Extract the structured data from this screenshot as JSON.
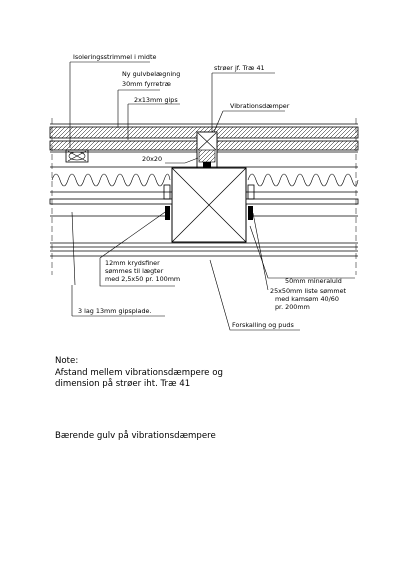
{
  "drawing": {
    "labels": {
      "isolation_strip": "Isoleringsstrimmel i midte",
      "new_flooring_1": "Ny gulvbelægning",
      "new_flooring_2": "30mm fyrretræ",
      "gypsum_top": "2x13mm gips",
      "joist_ref": "strøer jf. Træ 41",
      "damper": "Vibrationsdæmper",
      "spacer": "20x20",
      "plywood_1": "12mm krydsfiner",
      "plywood_2": "sømmes til lægter",
      "plywood_3": "med 2,5x50 pr. 100mm",
      "mineral_wool": "50mm mineraluld",
      "batten_1": "25x50mm liste sømmet",
      "batten_2": "med kamsøm 40/60",
      "batten_3": "pr. 200mm",
      "gypsum_bottom": "3 lag 13mm gipsplade.",
      "plaster": "Forskalling og puds"
    }
  },
  "notes": {
    "title": "Note:",
    "line1": "Afstand mellem vibrationsdæmpere og",
    "line2": "dimension på strøer iht. Træ 41",
    "caption": "Bærende gulv på vibrationsdæmpere"
  }
}
